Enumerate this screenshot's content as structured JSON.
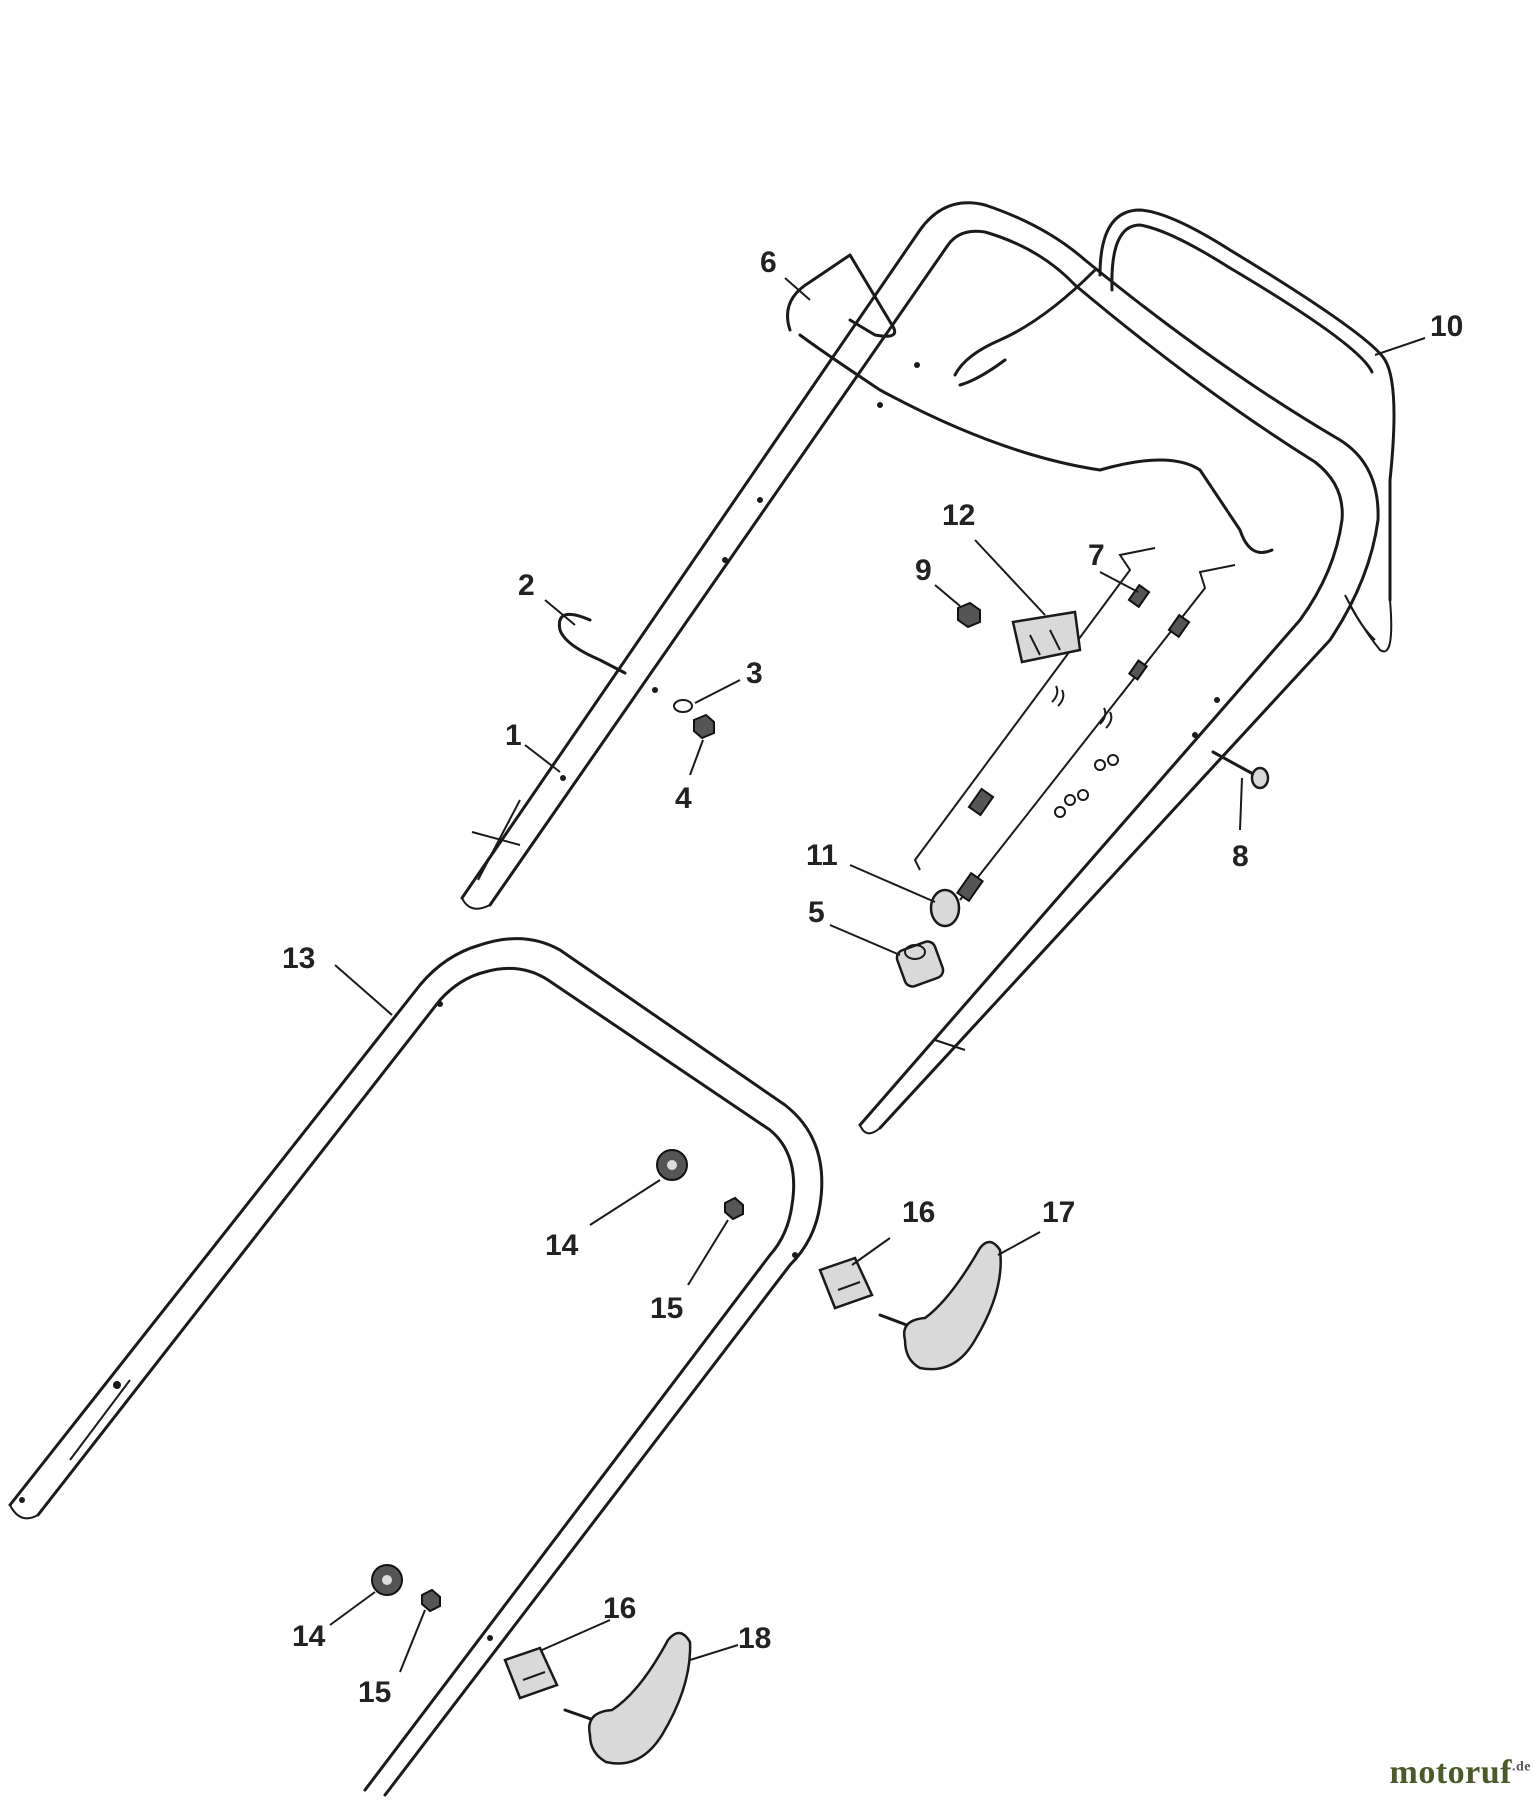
{
  "callouts": {
    "c1": "1",
    "c2": "2",
    "c3": "3",
    "c4": "4",
    "c5": "5",
    "c6": "6",
    "c7": "7",
    "c8": "8",
    "c9": "9",
    "c10": "10",
    "c11": "11",
    "c12": "12",
    "c13": "13",
    "c14a": "14",
    "c15a": "15",
    "c16a": "16",
    "c17": "17",
    "c14b": "14",
    "c15b": "15",
    "c16b": "16",
    "c18": "18"
  },
  "watermark": {
    "brand": "motoruf",
    "tld": ".de"
  }
}
